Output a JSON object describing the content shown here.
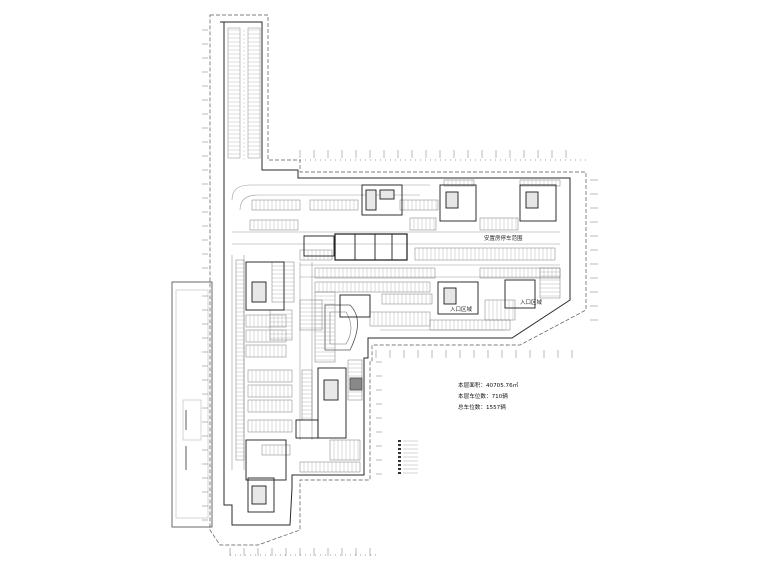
{
  "plan": {
    "zone_labels": {
      "top_band": "安置房停车范围",
      "entrance_a": "入口区域",
      "entrance_b": "入口区域"
    },
    "stats": {
      "area_label": "本层面积：40705.76㎡",
      "spaces_label": "本层车位数：710辆",
      "total_label": "总车位数：1557辆"
    },
    "colors": {
      "line": "#3a3a3a",
      "thin_line": "#8a8a8a",
      "road": "#bdbdbd",
      "core": "#1a1a1a"
    }
  }
}
